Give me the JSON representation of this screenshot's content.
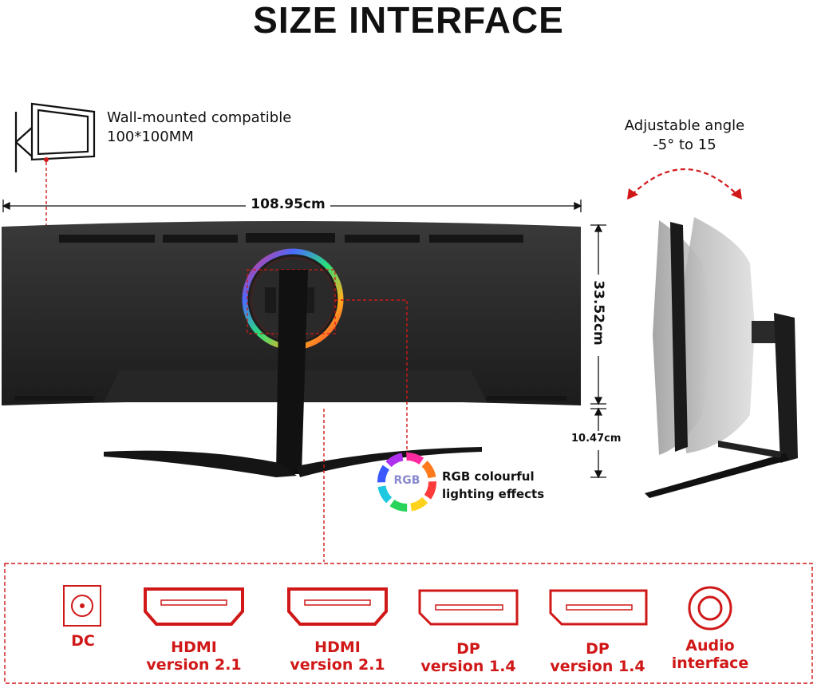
{
  "title": "SIZE INTERFACE",
  "wall_mount": {
    "line1": "Wall-mounted compatible",
    "line2": "100*100MM"
  },
  "angle": {
    "line1": "Adjustable angle",
    "line2": "-5° to 15"
  },
  "dimensions": {
    "width": "108.95cm",
    "height": "33.52cm",
    "stand": "10.47cm"
  },
  "rgb": {
    "badge": "RGB",
    "line1": "RGB colourful",
    "line2": "lighting effects"
  },
  "colors": {
    "accent_red": "#d01818",
    "dark": "#111111"
  },
  "ports": [
    {
      "icon": "dc-port-icon",
      "line1": "DC",
      "line2": ""
    },
    {
      "icon": "hdmi-port-icon",
      "line1": "HDMI",
      "line2": "version 2.1"
    },
    {
      "icon": "hdmi-port-icon",
      "line1": "HDMI",
      "line2": "version 2.1"
    },
    {
      "icon": "displayport-icon",
      "line1": "DP",
      "line2": "version 1.4"
    },
    {
      "icon": "displayport-icon",
      "line1": "DP",
      "line2": "version 1.4"
    },
    {
      "icon": "audio-port-icon",
      "line1": "Audio",
      "line2": "interface"
    }
  ]
}
